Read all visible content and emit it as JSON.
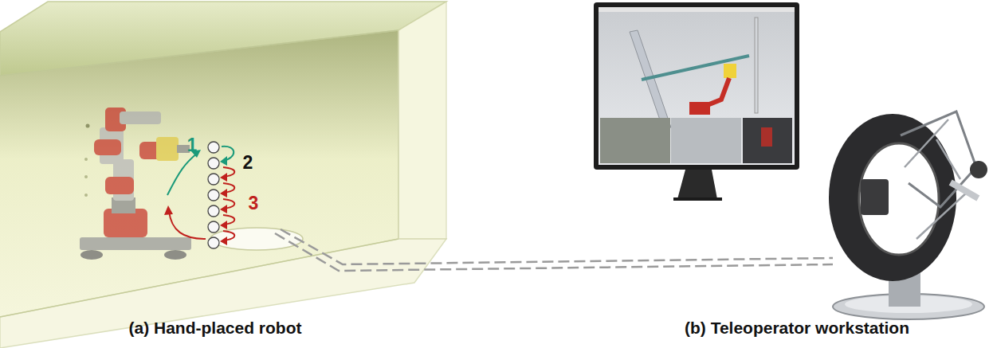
{
  "diagram": {
    "labels": [
      "1",
      "2",
      "3",
      "(a) Hand-placed robot",
      "(b) Teleoperator workstation"
    ]
  }
}
